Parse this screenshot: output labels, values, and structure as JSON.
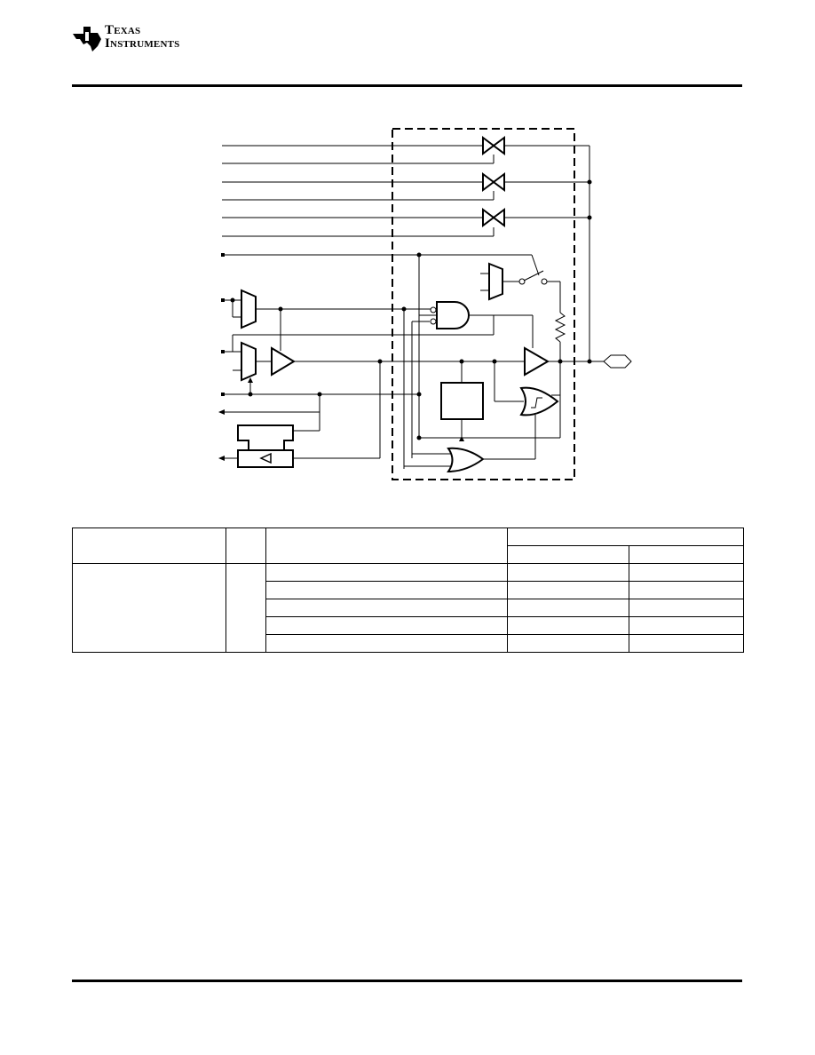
{
  "header": {
    "logo": {
      "line1_initial": "T",
      "line1_rest": "EXAS",
      "line2_initial": "I",
      "line2_rest": "NSTRUMENTS",
      "icon": "ti-logo-icon"
    }
  },
  "schematic": {
    "pin_pad_icon": "bidirectional-pin-icon",
    "schmitt_symbol_icon": "schmitt-trigger-icon",
    "delay_symbol_icon": "triangle-left-icon"
  },
  "table": {
    "rows": 7,
    "columns": 5
  },
  "colors": {
    "ink": "#000000",
    "paper": "#ffffff"
  }
}
